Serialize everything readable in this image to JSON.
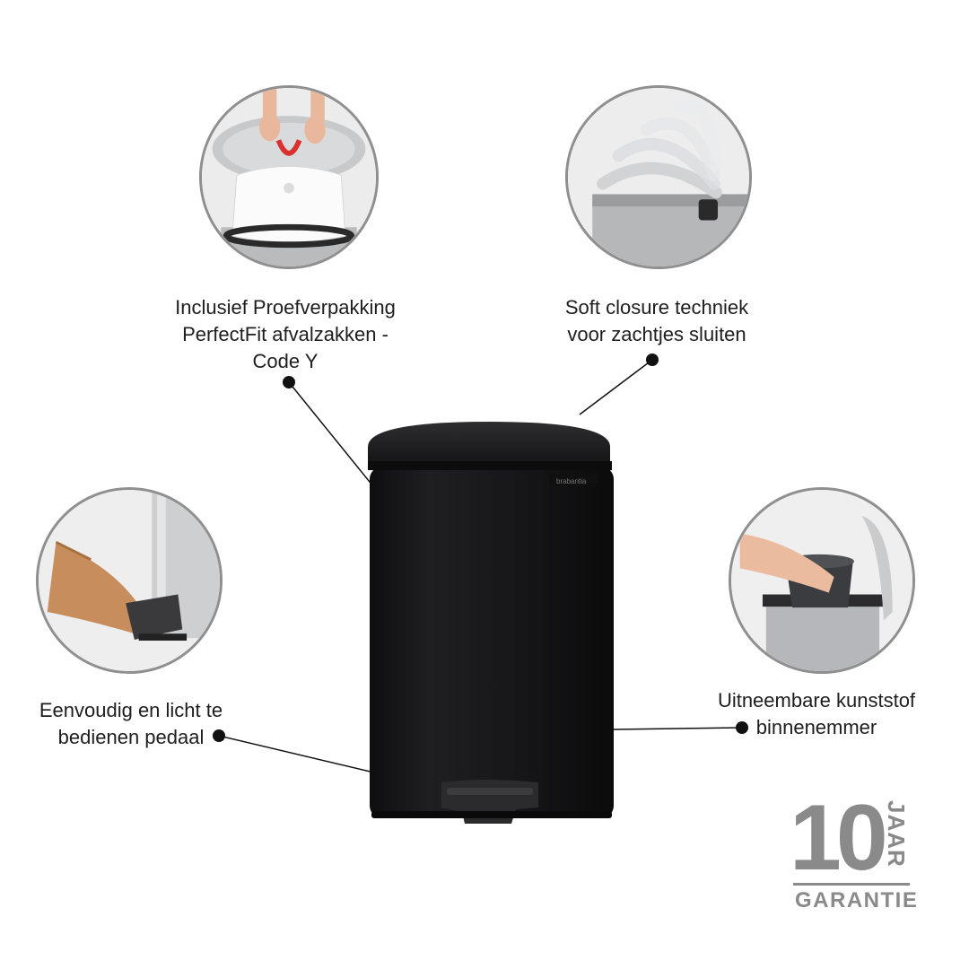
{
  "features": [
    {
      "id": "bags",
      "text": "Inclusief Proefverpakking\nPerfectFit afvalzakken -\nCode Y",
      "icon": "bin-bag-icon"
    },
    {
      "id": "soft-close",
      "text": "Soft closure techniek\nvoor zachtjes sluiten",
      "icon": "soft-close-lid-icon"
    },
    {
      "id": "pedal",
      "text": "Eenvoudig en licht te\nbedienen pedaal",
      "icon": "foot-pedal-icon"
    },
    {
      "id": "inner-bucket",
      "text": "Uitneembare kunststof\nbinnenemmer",
      "icon": "inner-bucket-icon"
    }
  ],
  "product": {
    "brand": "brabantia",
    "colors": {
      "body": "#161618",
      "lid": "#202022",
      "highlight": "#2e2e31"
    }
  },
  "warranty": {
    "number": "10",
    "unit": "JAAR",
    "label": "GARANTIE",
    "color": "#8a8a8a"
  }
}
